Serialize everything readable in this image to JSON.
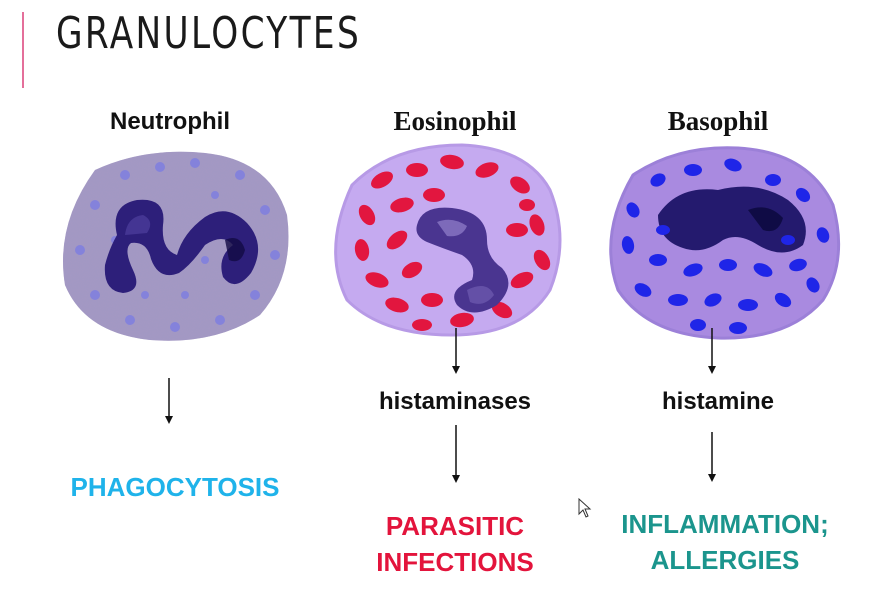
{
  "slide": {
    "title": "GRANULOCYTES",
    "accent_color": "#e46f9a"
  },
  "cells": [
    {
      "name": "Neutrophil",
      "mediator": "",
      "outcome_lines": [
        "PHAGOCYTOSIS"
      ],
      "outcome_color": "#1fb3ea"
    },
    {
      "name": "Eosinophil",
      "mediator": "histaminases",
      "outcome_lines": [
        "PARASITIC",
        "INFECTIONS"
      ],
      "outcome_color": "#e3143c"
    },
    {
      "name": "Basophil",
      "mediator": "histamine",
      "outcome_lines": [
        "INFLAMMATION;",
        "ALLERGIES"
      ],
      "outcome_color": "#1b958d"
    }
  ]
}
